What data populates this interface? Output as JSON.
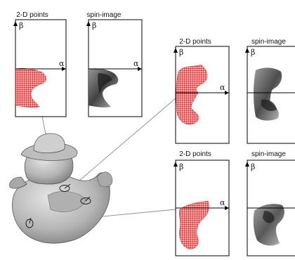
{
  "labels": {
    "points": "2-D points",
    "spin": "spin-image",
    "spin_cut": "spin-image",
    "alpha": "α",
    "beta": "β"
  },
  "colors": {
    "points": "#e3171b",
    "spin_dark": "#3a3a3a",
    "spin_light": "#c9c9c9",
    "duck": "#b9b9b9",
    "frame": "#000000"
  }
}
